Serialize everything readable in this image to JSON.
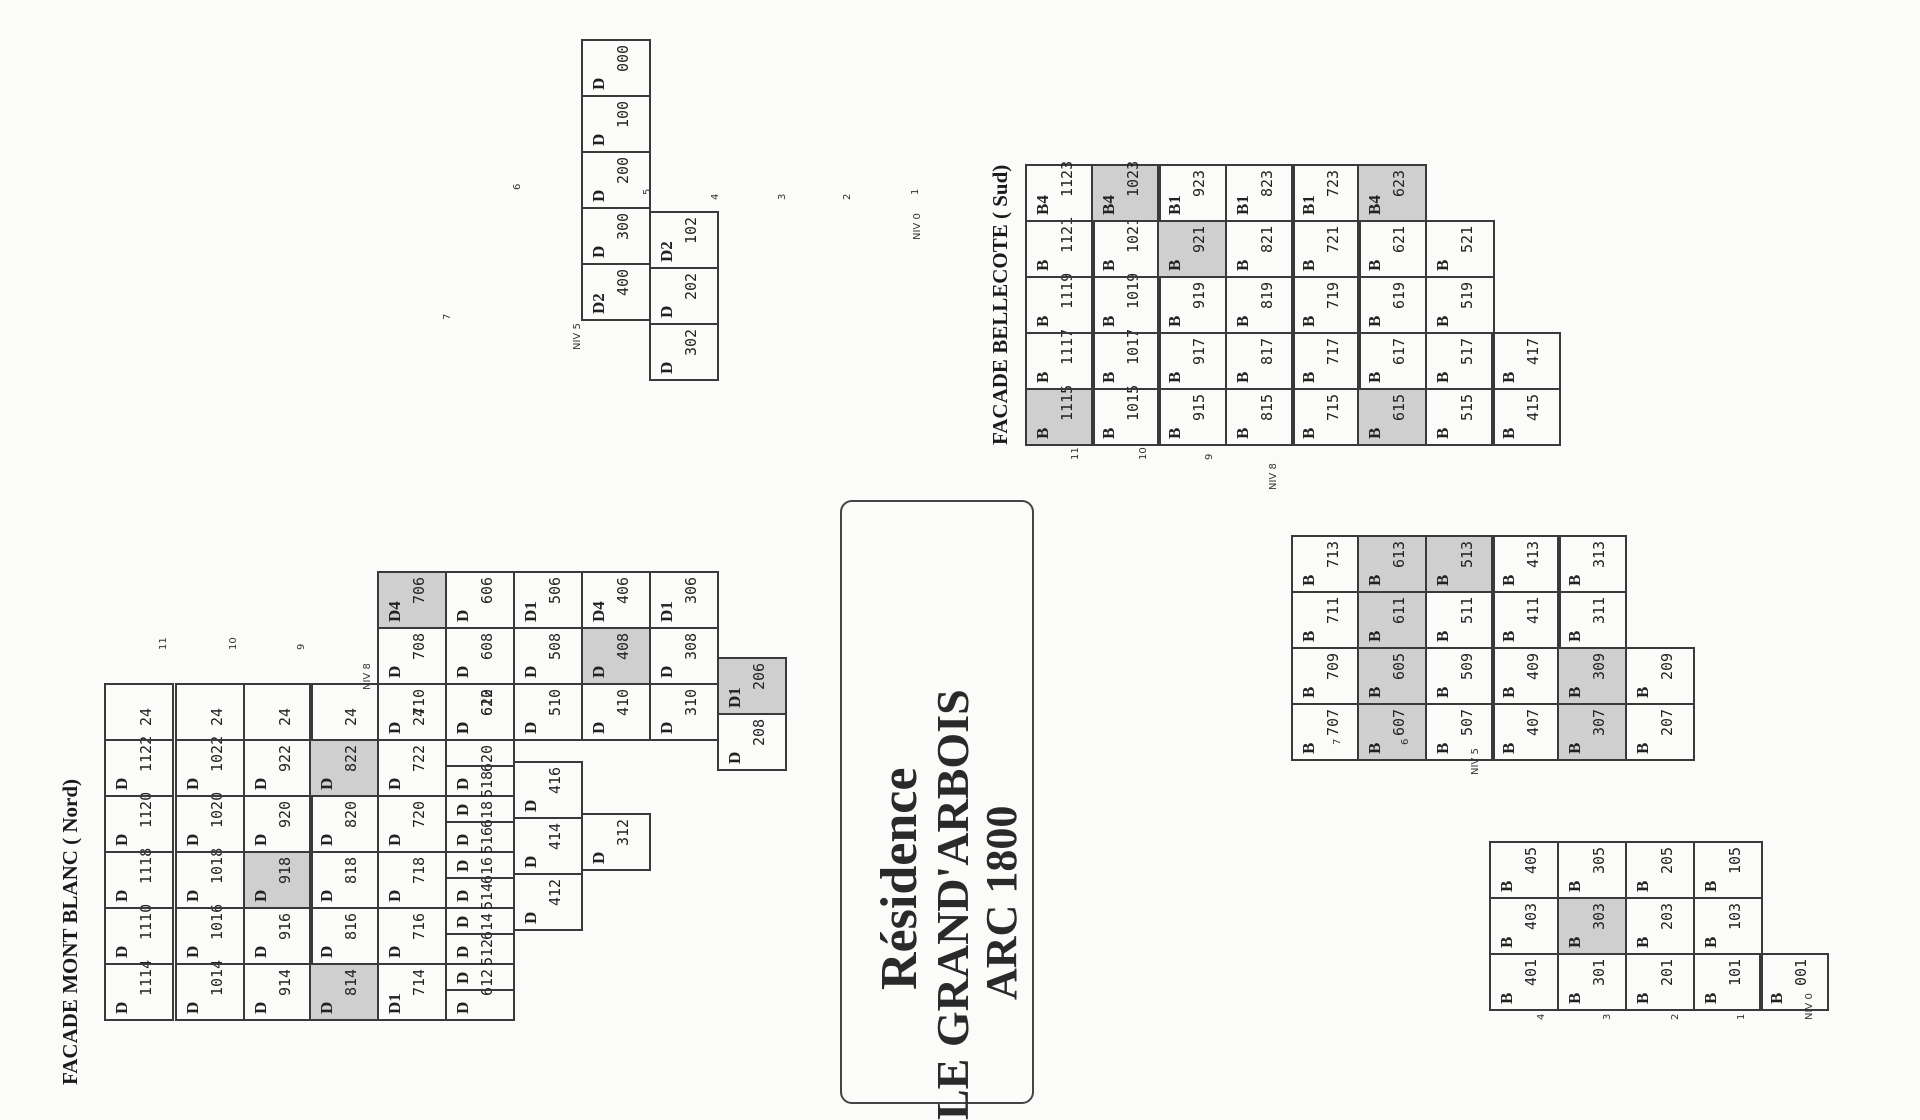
{
  "title": {
    "line1": "Résidence",
    "line2": "LE GRAND'ARBOIS",
    "line3": "ARC 1800"
  },
  "facades": {
    "nord": {
      "label": "FACADE MONT BLANC ( Nord)",
      "level_labels": [
        "11",
        "10",
        "9",
        "NIV 8",
        "NIV 5",
        "7",
        "6",
        "5",
        "4",
        "3",
        "2",
        "1",
        "NIV 0"
      ],
      "rows": [
        [
          "D 1114",
          "D 1110",
          "D 1118",
          "D 1120",
          "D 1122",
          "24"
        ],
        [
          "D 1014",
          "D 1016",
          "D 1018",
          "D 1020",
          "D 1022",
          "24"
        ],
        [
          "D 914",
          "D 916",
          "D 918",
          "D 920",
          "D 922",
          "24"
        ],
        [
          "D 814",
          "D 816",
          "D 818",
          "D 820",
          "D 822",
          "24"
        ],
        [
          "D1 714",
          "D 716",
          "D 718",
          "D 720",
          "D 722",
          "24"
        ],
        [
          "D 612",
          "D 614",
          "D 616",
          "D 618",
          "D 620",
          "D 622"
        ],
        [
          "D 512",
          "D 514",
          "D 516",
          "D 518"
        ],
        [
          "D 412",
          "D 414",
          "D 416"
        ],
        [
          "D 312"
        ],
        [
          "D 710",
          "D 708",
          "D4 706"
        ],
        [
          "D 610",
          "D 608",
          "D 606"
        ],
        [
          "D 510",
          "D 508",
          "D1 506"
        ],
        [
          "D 410",
          "D 408",
          "D4 406"
        ],
        [
          "D 310",
          "D 308",
          "D1 306"
        ],
        [
          "D 208",
          "D1 206"
        ],
        [
          "D2 400",
          "D 300",
          "D 200",
          "D 100",
          "D 000"
        ],
        [
          "D 302",
          "D 202",
          "D2 102"
        ]
      ]
    },
    "sud": {
      "label": "FACADE BELLECOTE ( Sud)",
      "level_labels": [
        "11",
        "10",
        "9",
        "NIV 8",
        "7",
        "6",
        "NIV 5",
        "4",
        "3",
        "2",
        "1",
        "NIV 0"
      ],
      "rows": [
        [
          "B 1115",
          "B 1117",
          "B 1119",
          "B 1121",
          "B4 1123"
        ],
        [
          "B 1015",
          "B 1017",
          "B 1019",
          "B 1021",
          "B4 1023"
        ],
        [
          "B 915",
          "B 917",
          "B 919",
          "B 921",
          "B1 923"
        ],
        [
          "B 815",
          "B 817",
          "B 819",
          "B 821",
          "B1 823"
        ],
        [
          "B 715",
          "B 717",
          "B 719",
          "B 721",
          "B1 723"
        ],
        [
          "B 615",
          "B 617",
          "B 619",
          "B 621",
          "B4 623"
        ],
        [
          "B 515",
          "B 517",
          "B 519",
          "B 521"
        ],
        [
          "B 415",
          "B 417"
        ],
        [
          "B 707",
          "B 709",
          "B 711",
          "B 713"
        ],
        [
          "B 607",
          "B 605",
          "B 611",
          "B 613"
        ],
        [
          "B 507",
          "B 509",
          "B 511",
          "B 513"
        ],
        [
          "B 407",
          "B 409",
          "B 411",
          "B 413"
        ],
        [
          "B 307",
          "B 309",
          "B 311",
          "B 313"
        ],
        [
          "B 207",
          "B 209"
        ],
        [
          "B 401",
          "B 403",
          "B 405"
        ],
        [
          "B 301",
          "B 303",
          "B 305"
        ],
        [
          "B 201",
          "B 203",
          "B 205"
        ],
        [
          "B 101",
          "B 103",
          "B 105"
        ],
        [
          "B 001"
        ]
      ]
    }
  },
  "colors": {
    "line": "#3a3a3a",
    "shade": "#cfcfcf",
    "ink": "#222222",
    "paper": "#fbfbf9"
  }
}
